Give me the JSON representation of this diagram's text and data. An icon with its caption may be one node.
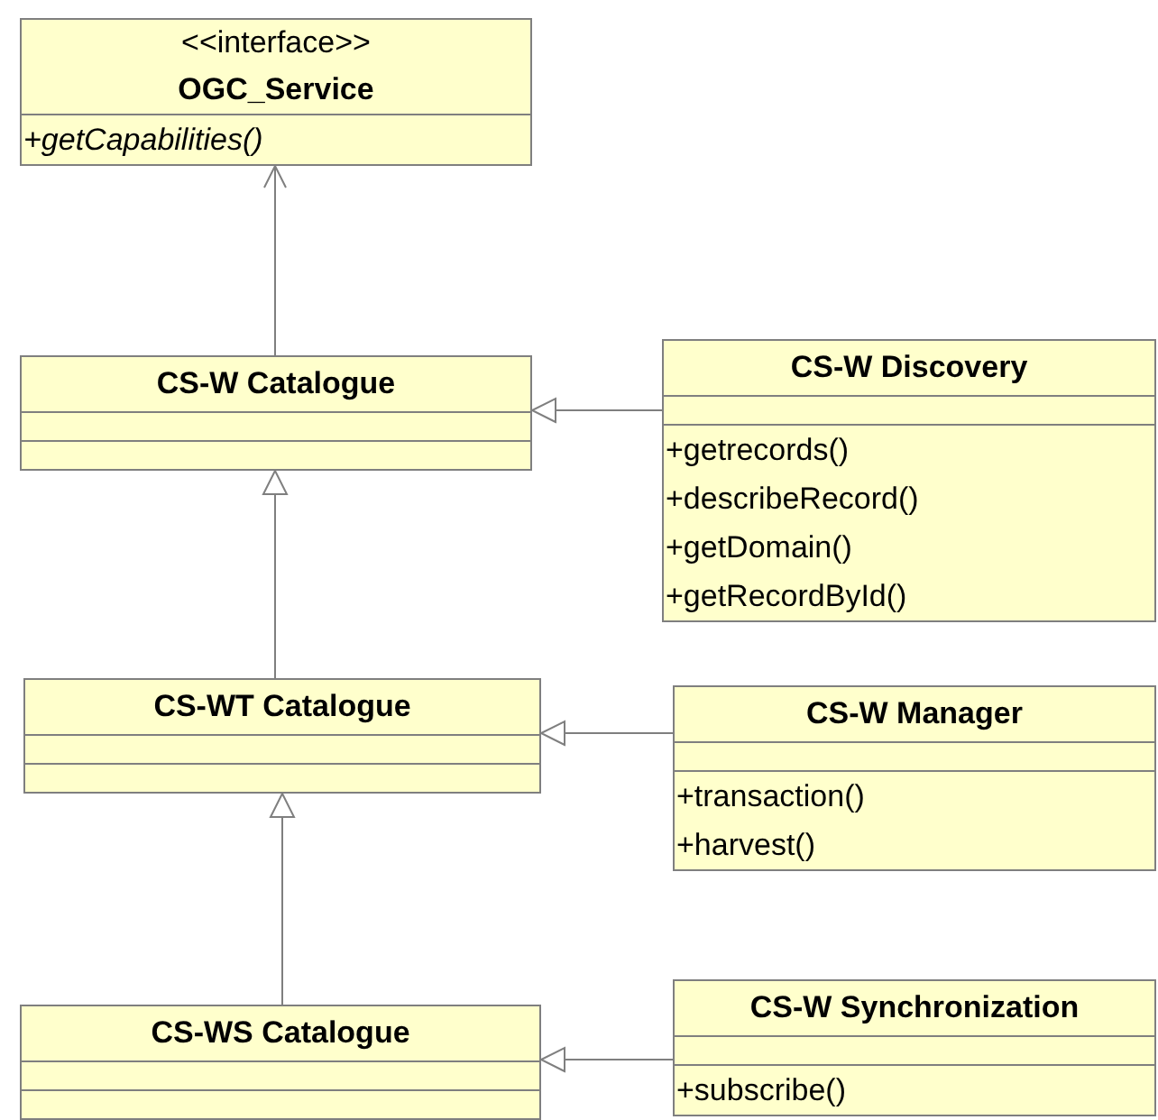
{
  "diagram": {
    "nodes": [
      {
        "text": [
          "<<interface>>",
          "OGC_Service",
          "+getCapabilities()"
        ]
      },
      {
        "text": [
          "CS-W Catalogue"
        ]
      },
      {
        "text": [
          "CS-W Discovery",
          "+getrecords()",
          "+describeRecord()",
          "+getDomain()",
          "+getRecordById()"
        ]
      },
      {
        "text": [
          "CS-WT Catalogue"
        ]
      },
      {
        "text": [
          "CS-W Manager",
          "+transaction()",
          "+harvest()"
        ]
      },
      {
        "text": [
          "CS-WS Catalogue"
        ]
      },
      {
        "text": [
          "CS-W Synchronization",
          "+subscribe()"
        ]
      }
    ],
    "edges": [
      {
        "from": 1,
        "to": 0,
        "arrow": "to"
      },
      {
        "from": 2,
        "to": 1,
        "arrow": "to"
      },
      {
        "from": 3,
        "to": 1,
        "arrow": "to"
      },
      {
        "from": 4,
        "to": 3,
        "arrow": "to"
      },
      {
        "from": 5,
        "to": 3,
        "arrow": "to"
      },
      {
        "from": 6,
        "to": 5,
        "arrow": "to"
      }
    ]
  }
}
